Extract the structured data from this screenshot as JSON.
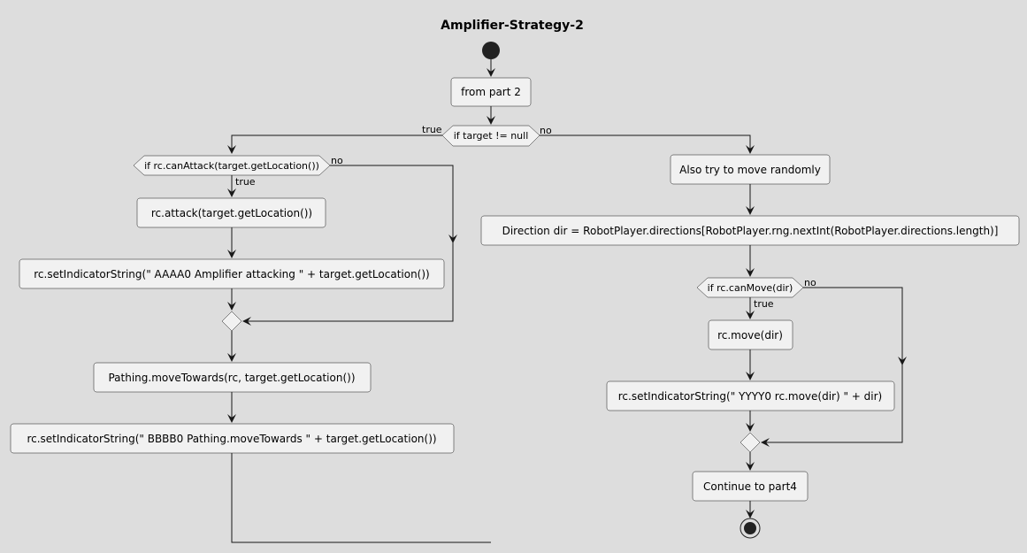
{
  "title": "Amplifier-Strategy-2",
  "nodes": {
    "from_part": "from part 2",
    "cond_target": "if target != null",
    "cond_can_attack": "if rc.canAttack(target.getLocation())",
    "attack": "rc.attack(target.getLocation())",
    "indicator_attack": "rc.setIndicatorString(\" AAAA0 Amplifier attacking \" + target.getLocation())",
    "move_towards": "Pathing.moveTowards(rc, target.getLocation())",
    "indicator_move_towards": "rc.setIndicatorString(\" BBBB0 Pathing.moveTowards \" + target.getLocation())",
    "random_move": "Also try to move randomly",
    "direction": "Direction dir = RobotPlayer.directions[RobotPlayer.rng.nextInt(RobotPlayer.directions.length)]",
    "cond_can_move": "if rc.canMove(dir)",
    "move": "rc.move(dir)",
    "indicator_move": "rc.setIndicatorString(\" YYYY0 rc.move(dir) \" + dir)",
    "continue": "Continue to part4"
  },
  "labels": {
    "true": "true",
    "no": "no"
  }
}
